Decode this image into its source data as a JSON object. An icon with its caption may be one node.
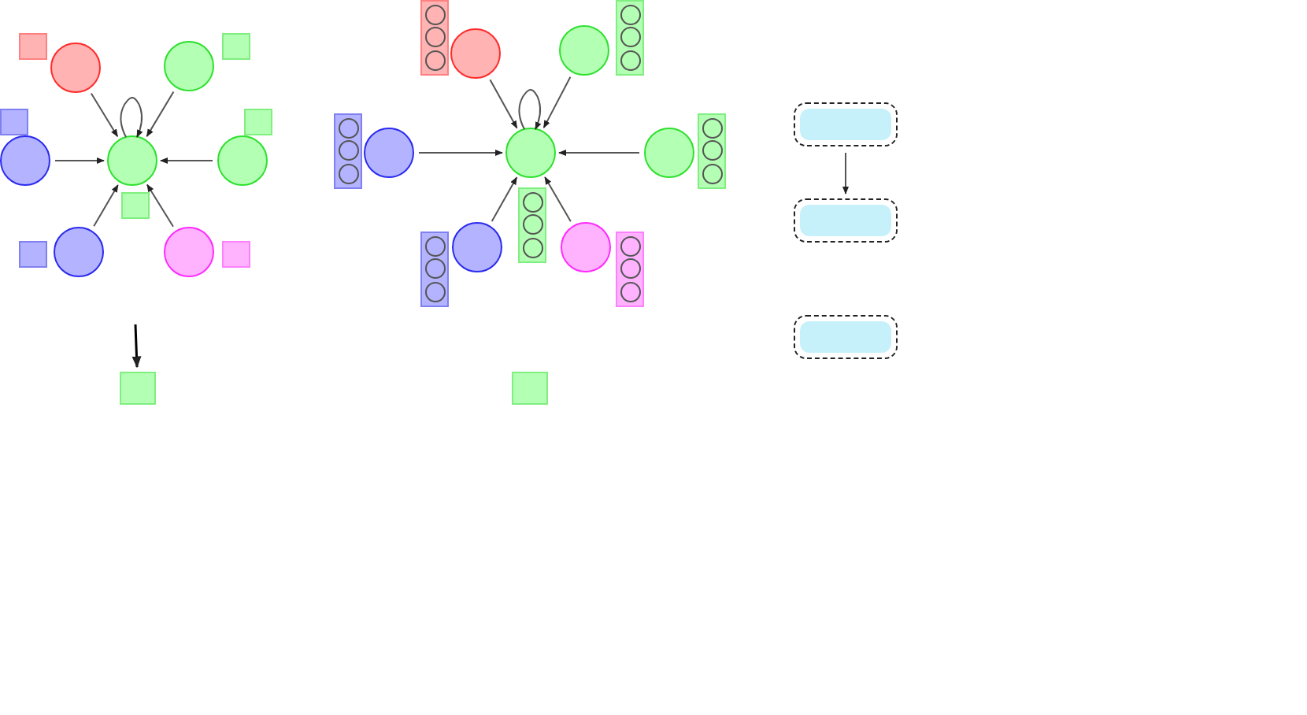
{
  "diagram": {
    "nodes": [
      {
        "text": [],
        "shape": "box"
      },
      {
        "text": [],
        "shape": "circle"
      },
      {
        "text": [],
        "shape": "circle"
      },
      {
        "text": [],
        "shape": "box"
      },
      {
        "text": [],
        "shape": "box"
      },
      {
        "text": [],
        "shape": "circle"
      },
      {
        "text": [],
        "shape": "circle"
      },
      {
        "text": [],
        "shape": "circle"
      },
      {
        "text": [],
        "shape": "box"
      },
      {
        "text": [],
        "shape": "box"
      },
      {
        "text": [],
        "shape": "box"
      },
      {
        "text": [],
        "shape": "circle"
      },
      {
        "text": [],
        "shape": "circle"
      },
      {
        "text": [],
        "shape": "box"
      },
      {
        "text": [],
        "shape": "box"
      },
      {
        "text": [],
        "shape": "bar"
      },
      {
        "text": [],
        "shape": "circle"
      },
      {
        "text": [],
        "shape": "circle"
      },
      {
        "text": [],
        "shape": "bar"
      },
      {
        "text": [],
        "shape": "bar"
      },
      {
        "text": [],
        "shape": "circle"
      },
      {
        "text": [],
        "shape": "circle"
      },
      {
        "text": [],
        "shape": "circle"
      },
      {
        "text": [],
        "shape": "bar"
      },
      {
        "text": [],
        "shape": "bar"
      },
      {
        "text": [],
        "shape": "bar"
      },
      {
        "text": [],
        "shape": "circle"
      },
      {
        "text": [],
        "shape": "circle"
      },
      {
        "text": [],
        "shape": "bar"
      },
      {
        "text": [],
        "shape": "box"
      },
      {
        "text": [],
        "shape": "box"
      },
      {
        "text": [],
        "shape": "box"
      },
      {
        "text": [],
        "shape": "box"
      }
    ],
    "edges": [
      {
        "from": 1,
        "to": 6,
        "arrow": "to"
      },
      {
        "from": 2,
        "to": 6,
        "arrow": "to"
      },
      {
        "from": 5,
        "to": 6,
        "arrow": "to"
      },
      {
        "from": 7,
        "to": 6,
        "arrow": "to"
      },
      {
        "from": 11,
        "to": 6,
        "arrow": "to"
      },
      {
        "from": 12,
        "to": 6,
        "arrow": "to"
      },
      {
        "from": 6,
        "to": 6,
        "arrow": "to"
      },
      {
        "from": null,
        "to": 14,
        "arrow": "to",
        "color": "#000000"
      },
      {
        "from": 16,
        "to": 21,
        "arrow": "to"
      },
      {
        "from": 17,
        "to": 21,
        "arrow": "to"
      },
      {
        "from": 20,
        "to": 21,
        "arrow": "to"
      },
      {
        "from": 22,
        "to": 21,
        "arrow": "to"
      },
      {
        "from": 26,
        "to": 21,
        "arrow": "to"
      },
      {
        "from": 27,
        "to": 21,
        "arrow": "to"
      },
      {
        "from": 21,
        "to": 21,
        "arrow": "to"
      },
      {
        "from": 30,
        "to": 31,
        "arrow": "to"
      }
    ]
  }
}
